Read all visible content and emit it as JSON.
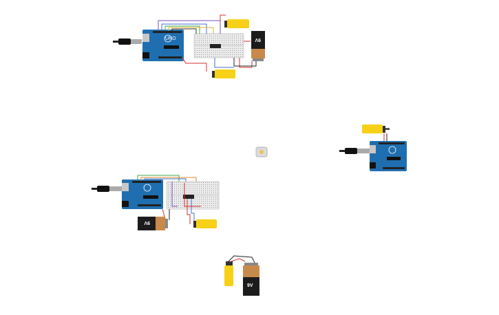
{
  "circuits": [
    {
      "name": "circuit-top",
      "battery_label": "9V",
      "battery_orientation": "rotated"
    },
    {
      "name": "circuit-middle",
      "battery_label": "9V",
      "battery_orientation": "rotated"
    },
    {
      "name": "circuit-right"
    },
    {
      "name": "circuit-bottom",
      "battery_label": "9V"
    }
  ],
  "colors": {
    "arduino_blue": "#1f6fb0",
    "breadboard": "#e9e9e9",
    "motor_yellow": "#f7d117",
    "battery_black": "#1c1c1c",
    "battery_copper": "#c9894a",
    "wire_red": "#d42c2c",
    "wire_green": "#3aa845",
    "wire_blue": "#3b6fd1",
    "wire_orange": "#e08a2a",
    "wire_purple": "#7a4fc1"
  }
}
